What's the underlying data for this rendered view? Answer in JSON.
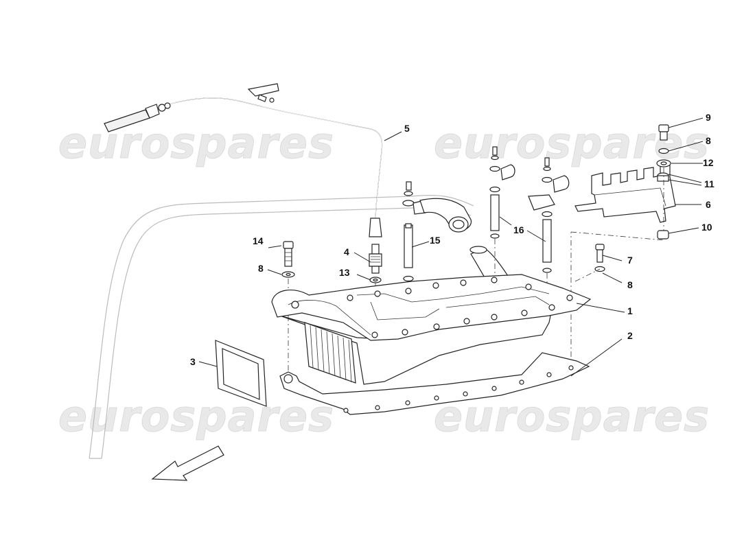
{
  "watermark": "eurospares",
  "callouts": {
    "c1": "1",
    "c2": "2",
    "c3": "3",
    "c4": "4",
    "c5": "5",
    "c6": "6",
    "c7": "7",
    "c8a": "8",
    "c8b": "8",
    "c8c": "8",
    "c9": "9",
    "c10": "10",
    "c11": "11",
    "c12": "12",
    "c13": "13",
    "c14": "14",
    "c15": "15",
    "c16": "16"
  }
}
